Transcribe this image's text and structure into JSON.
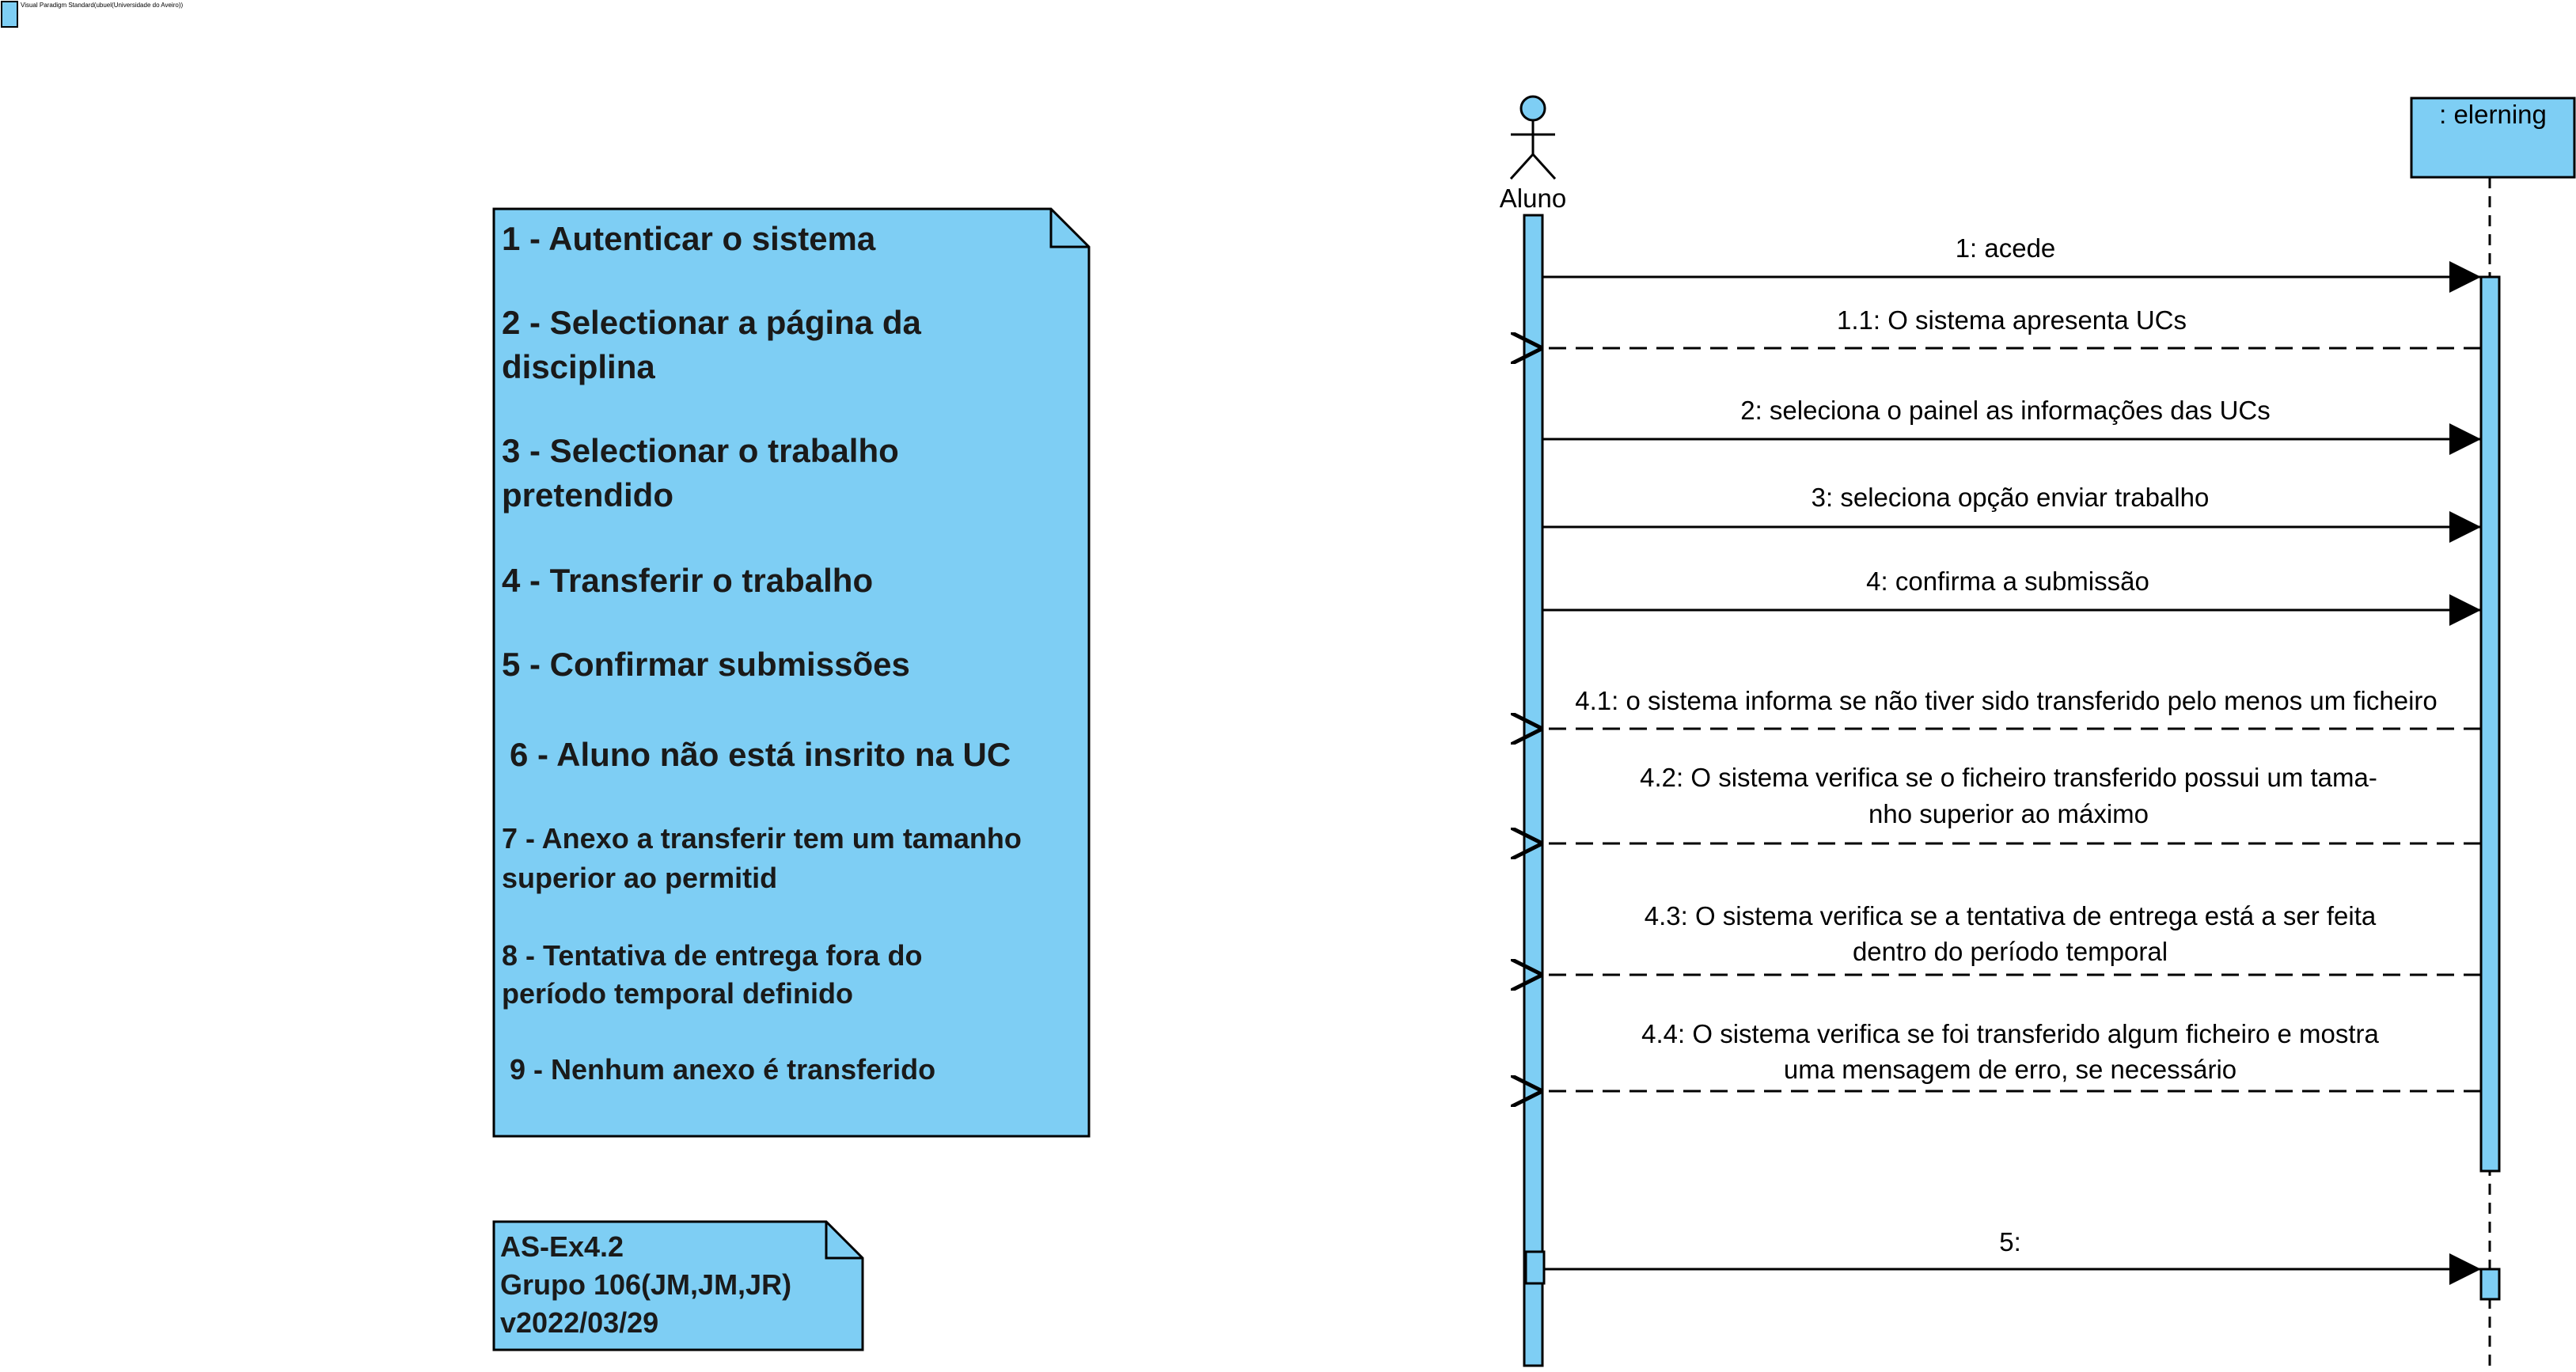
{
  "header_caption": "Visual Paradigm Standard(ubuel(Universidade do Aveiro))",
  "colors": {
    "fill": "#7ecef4",
    "stroke": "#000000"
  },
  "notes": {
    "requirements": [
      "1 - Autenticar o sistema",
      "2 - Selectionar a página da",
      "disciplina",
      "3 - Selectionar o trabalho",
      "pretendido",
      "4 - Transferir o trabalho",
      "5 - Confirmar submissões",
      "6 - Aluno não está insrito na UC",
      "7 - Anexo a transferir tem um tamanho",
      "superior ao permitid",
      "8 -  Tentativa de entrega fora do",
      "período temporal definido",
      "9 - Nenhum anexo é transferido"
    ],
    "info": [
      "AS-Ex4.2",
      "Grupo 106(JM,JM,JR)",
      "v2022/03/29"
    ]
  },
  "lifelines": {
    "actor": {
      "name": "Aluno",
      "icon": "stick-figure-actor-icon"
    },
    "system": {
      "name": ": elerning"
    }
  },
  "messages": [
    {
      "kind": "call",
      "lines": [
        "1: acede"
      ]
    },
    {
      "kind": "return",
      "lines": [
        "1.1: O sistema apresenta UCs"
      ]
    },
    {
      "kind": "call",
      "lines": [
        "2: seleciona o painel as informações das UCs"
      ]
    },
    {
      "kind": "call",
      "lines": [
        "3: seleciona opção enviar trabalho"
      ]
    },
    {
      "kind": "call",
      "lines": [
        "4: confirma a submissão"
      ]
    },
    {
      "kind": "return",
      "lines": [
        "4.1: o sistema informa se não tiver sido transferido pelo menos um ficheiro"
      ]
    },
    {
      "kind": "return",
      "lines": [
        "4.2: O sistema verifica se o ficheiro transferido possui um tama-",
        "nho superior ao máximo"
      ]
    },
    {
      "kind": "return",
      "lines": [
        "4.3: O sistema verifica se a tentativa de entrega está a ser feita",
        "dentro do período temporal"
      ]
    },
    {
      "kind": "return",
      "lines": [
        "4.4: O sistema verifica se foi transferido algum ficheiro e mostra",
        "uma mensagem de erro, se necessário"
      ]
    },
    {
      "kind": "call",
      "lines": [
        "5:"
      ]
    }
  ]
}
